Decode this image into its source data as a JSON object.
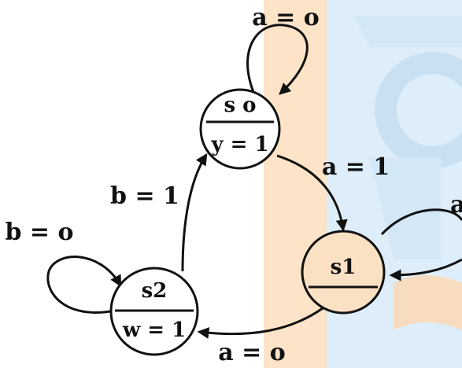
{
  "colors": {
    "ink": "#111111",
    "background": "#ffffff",
    "watermark_orange": "#fde3c7",
    "watermark_blue": "#ddeefa",
    "watermark_stroke": "#cfe5f5",
    "s1_fill": "#fbe1c4"
  },
  "states": {
    "s0": {
      "name": "s o",
      "output": "y = 1"
    },
    "s1": {
      "name": "s1",
      "output": ""
    },
    "s2": {
      "name": "s2",
      "output": "w = 1"
    }
  },
  "transitions": {
    "s0_self": "a = o",
    "s0_to_s1": "a = 1",
    "s1_self": "a",
    "s1_to_s2": "a = o",
    "s2_to_s0": "b = 1",
    "s2_self": "b = o"
  }
}
